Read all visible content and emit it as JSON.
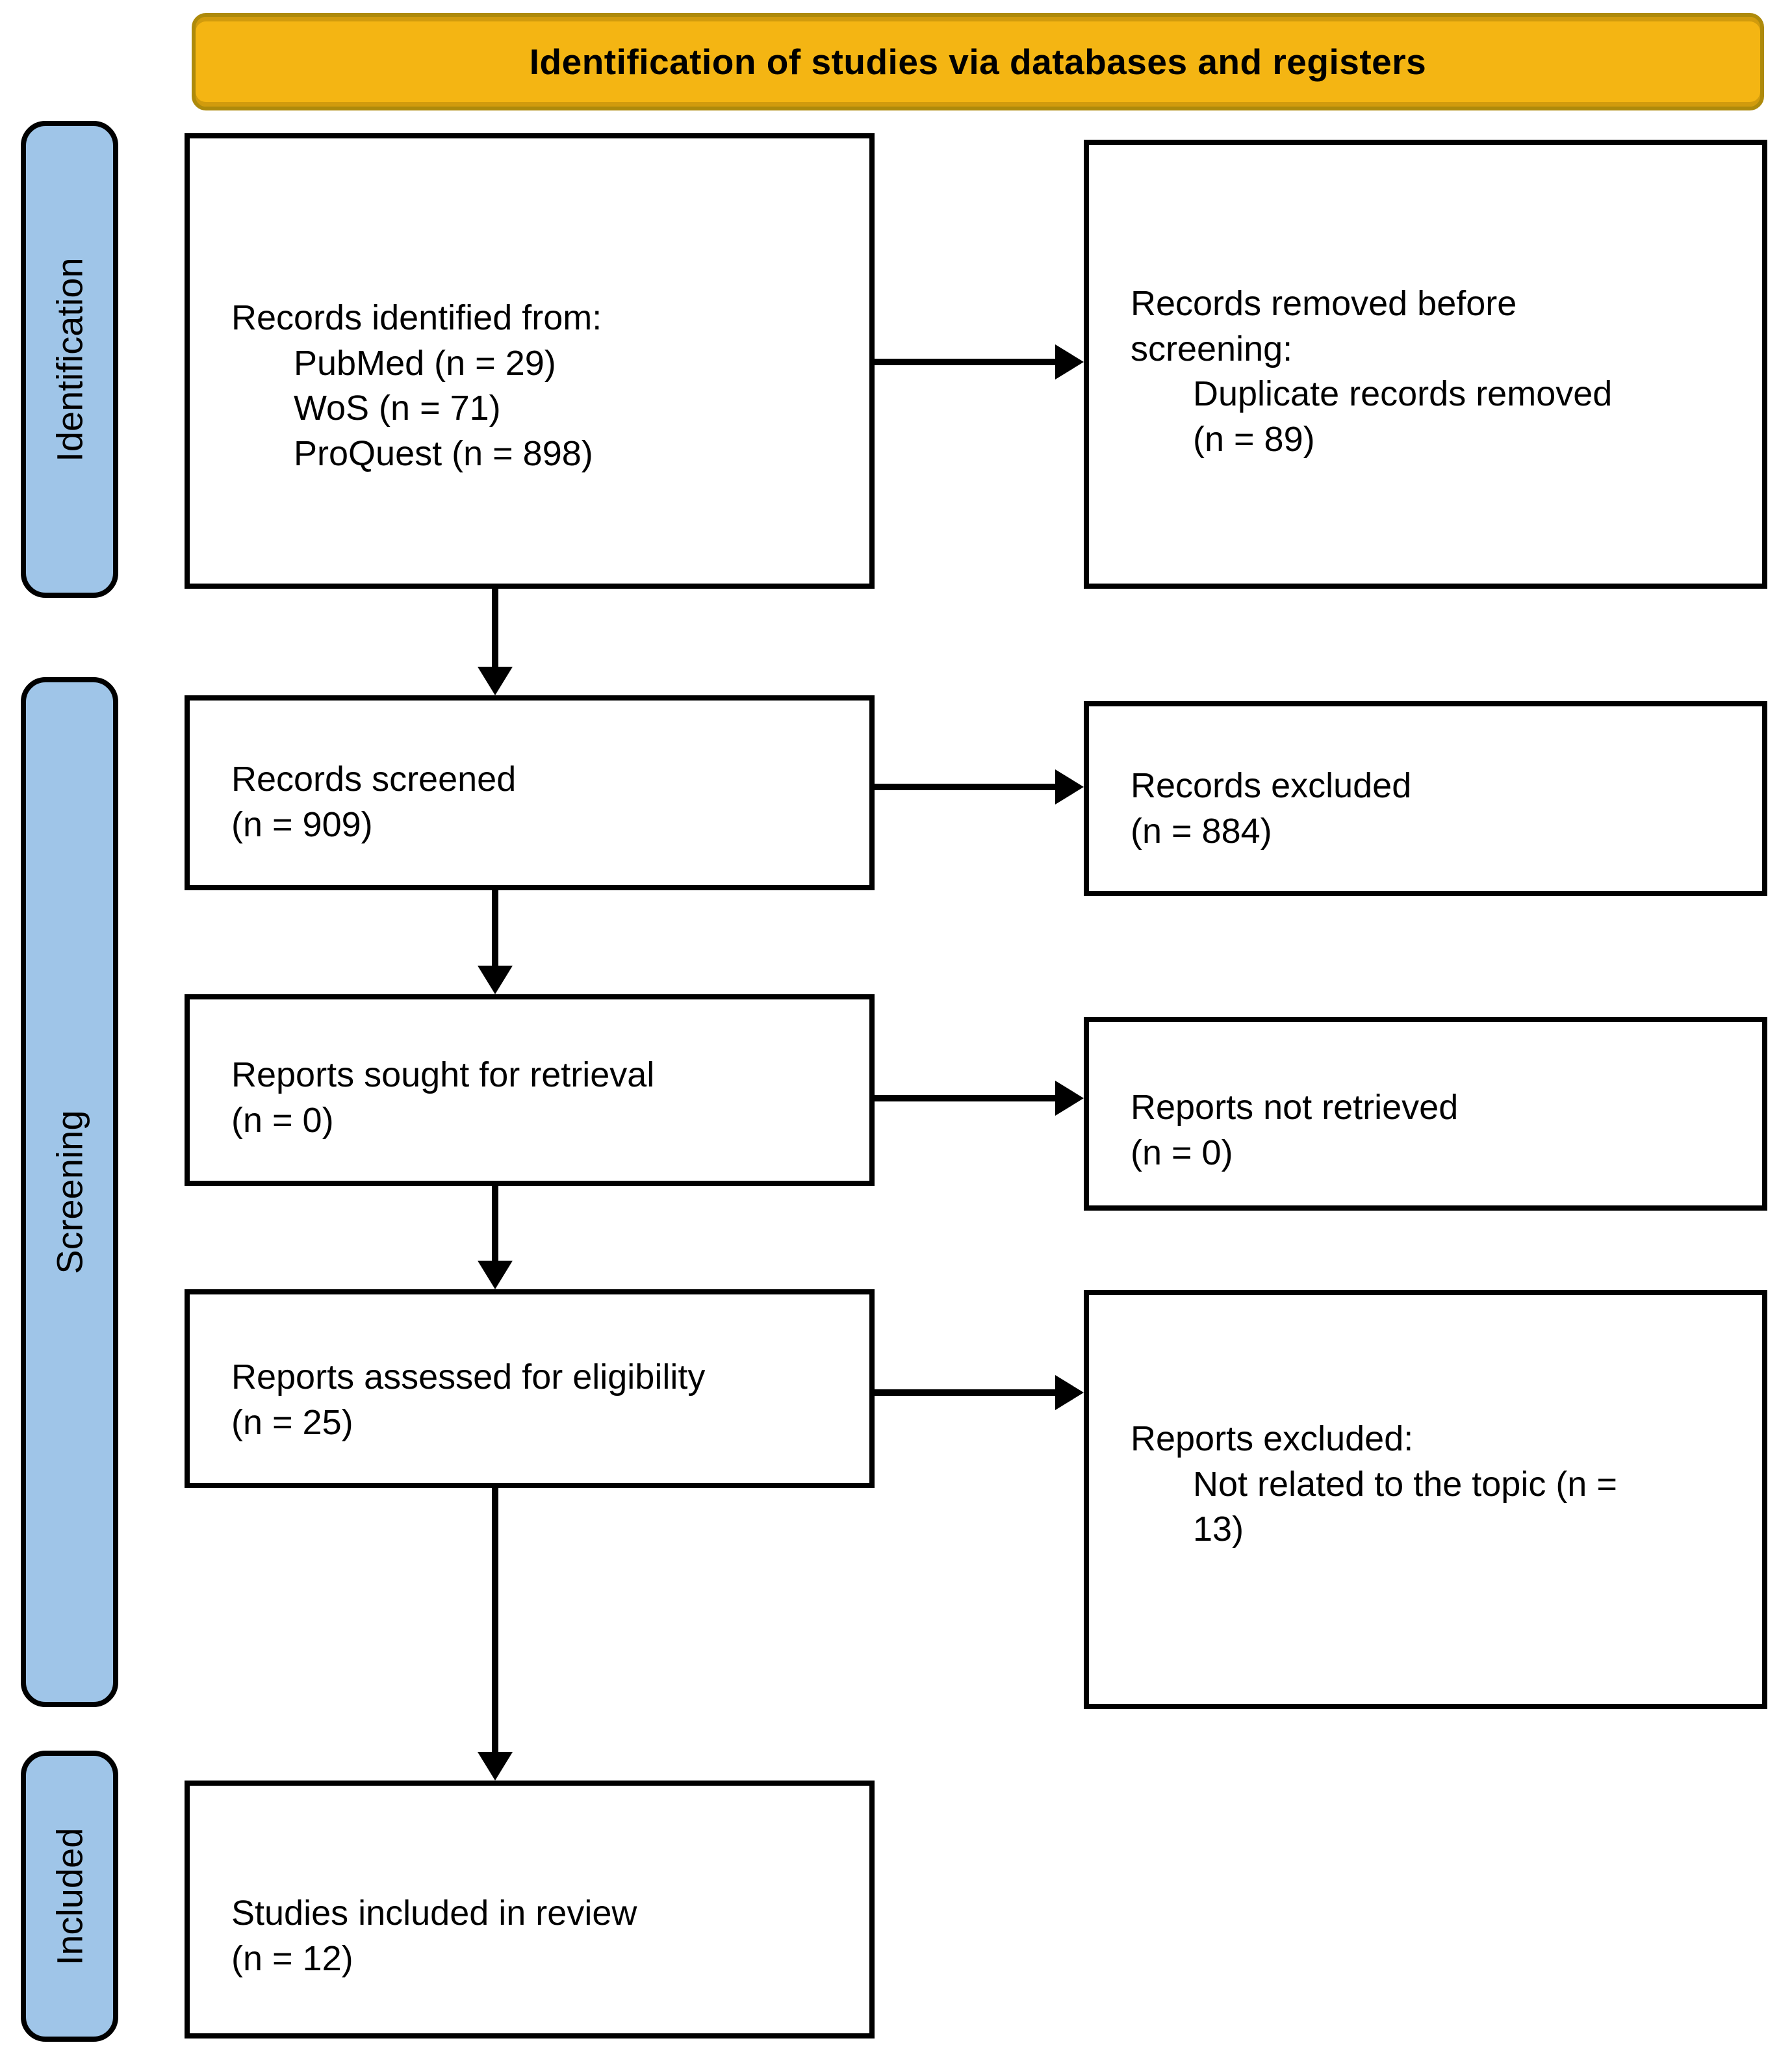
{
  "banner": {
    "title": "Identification of studies via databases and registers"
  },
  "sidebar": {
    "items": [
      {
        "label": "Identification"
      },
      {
        "label": "Screening"
      },
      {
        "label": "Included"
      }
    ]
  },
  "boxes": {
    "records_identified": {
      "lines": [
        "Records identified from:",
        "PubMed (n = 29)",
        "WoS (n = 71)",
        "ProQuest (n = 898)"
      ]
    },
    "records_removed": {
      "lines": [
        "Records removed before",
        "screening:",
        "Duplicate records removed",
        "(n = 89)"
      ]
    },
    "records_screened": {
      "lines": [
        "Records screened",
        "(n = 909)"
      ]
    },
    "records_excluded": {
      "lines": [
        "Records excluded",
        "(n = 884)"
      ]
    },
    "reports_sought": {
      "lines": [
        "Reports sought for retrieval",
        "(n = 0)"
      ]
    },
    "reports_not_retrieved": {
      "lines": [
        "Reports not retrieved",
        "(n = 0)"
      ]
    },
    "reports_assessed": {
      "lines": [
        "Reports assessed for eligibility",
        "(n = 25)"
      ]
    },
    "reports_excluded": {
      "lines": [
        "Reports excluded:",
        "Not related to the topic (n =",
        "13)"
      ]
    },
    "studies_included": {
      "lines": [
        "Studies included in review",
        "(n = 12)"
      ]
    }
  },
  "colors": {
    "banner_fill": "#F4B513",
    "banner_border": "#AE8A0B",
    "stage_fill": "#9FC5E8",
    "line_color": "#000000",
    "box_fill": "#FFFFFF"
  }
}
